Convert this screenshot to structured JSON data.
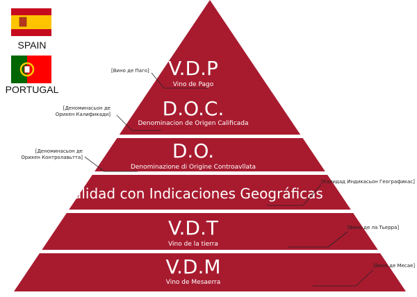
{
  "flags": {
    "spain": {
      "label": "SPAIN",
      "red": "#c60b1e",
      "yellow": "#ffc400"
    },
    "portugal": {
      "label": "PORTUGAL",
      "green": "#006600",
      "red": "#ff0000",
      "emblem": "#ffcc00"
    }
  },
  "colors": {
    "tier_fill": "#a81b2f",
    "annotation_text": "#222222",
    "leader_line": "#222222"
  },
  "tiers": [
    {
      "title": "V.D.P",
      "subtitle": "Vino de Pago",
      "annotation": "[Вино де Паго]"
    },
    {
      "title": "D.O.C.",
      "subtitle": "Denominacion de Origen Calificada",
      "annotation": [
        "[Деноминасьон де",
        "Орихен Калификади]"
      ]
    },
    {
      "title": "D.O.",
      "subtitle": "Denominazione di Origine Controavllata",
      "annotation": [
        "[Деноминасьон де",
        "Орихен Контролавьтта]"
      ]
    },
    {
      "title": "Calidad con Indicaciones Geográficas",
      "subtitle": "",
      "annotation": "[Калидад Индикасьон Географикас]"
    },
    {
      "title": "V.D.T",
      "subtitle": "Vino de la tierra",
      "annotation": "[Вино де ла Тьерра]"
    },
    {
      "title": "V.D.M",
      "subtitle": "Vino de Mesaerra",
      "annotation": "[Вино де Месае]"
    }
  ]
}
